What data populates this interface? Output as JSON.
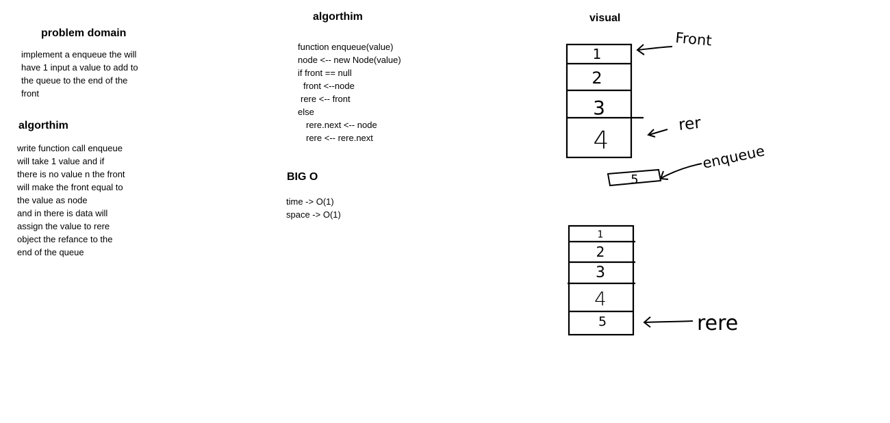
{
  "problem_domain": {
    "heading": "problem domain",
    "lines": [
      "implement a enqueue the will",
      "have 1 input a value to add to",
      "the queue to the end of the",
      "front"
    ]
  },
  "algorithm_left": {
    "heading": "algorthim",
    "lines": [
      "write function call enqueue",
      "will take 1 value and if",
      "there is no value n the front",
      "will make the front equal to",
      "the value as node",
      "and in there is data will",
      "assign the value to rere",
      "object the refance to the",
      "end of the queue"
    ]
  },
  "algorithm_code": {
    "heading": "algorthim",
    "lines": [
      "function enqueue(value)",
      "node <-- new Node(value)",
      "if front == null",
      "front <--node",
      "rere <-- front",
      "else",
      "rere.next <-- node",
      "rere <-- rere.next"
    ]
  },
  "big_o": {
    "heading": "BIG O",
    "lines": [
      "time -> O(1)",
      "space -> O(1)"
    ]
  },
  "visual": {
    "heading": "visual",
    "before_cells": [
      "1",
      "2",
      "3",
      "4"
    ],
    "front_label": "Front",
    "rere_label_before": "rer",
    "new_node_value": "5",
    "enqueue_label": "enqueue",
    "after_cells": [
      "1",
      "2",
      "3",
      "4",
      "5"
    ],
    "rere_label_after": "rere",
    "ink_color": "#000000"
  }
}
